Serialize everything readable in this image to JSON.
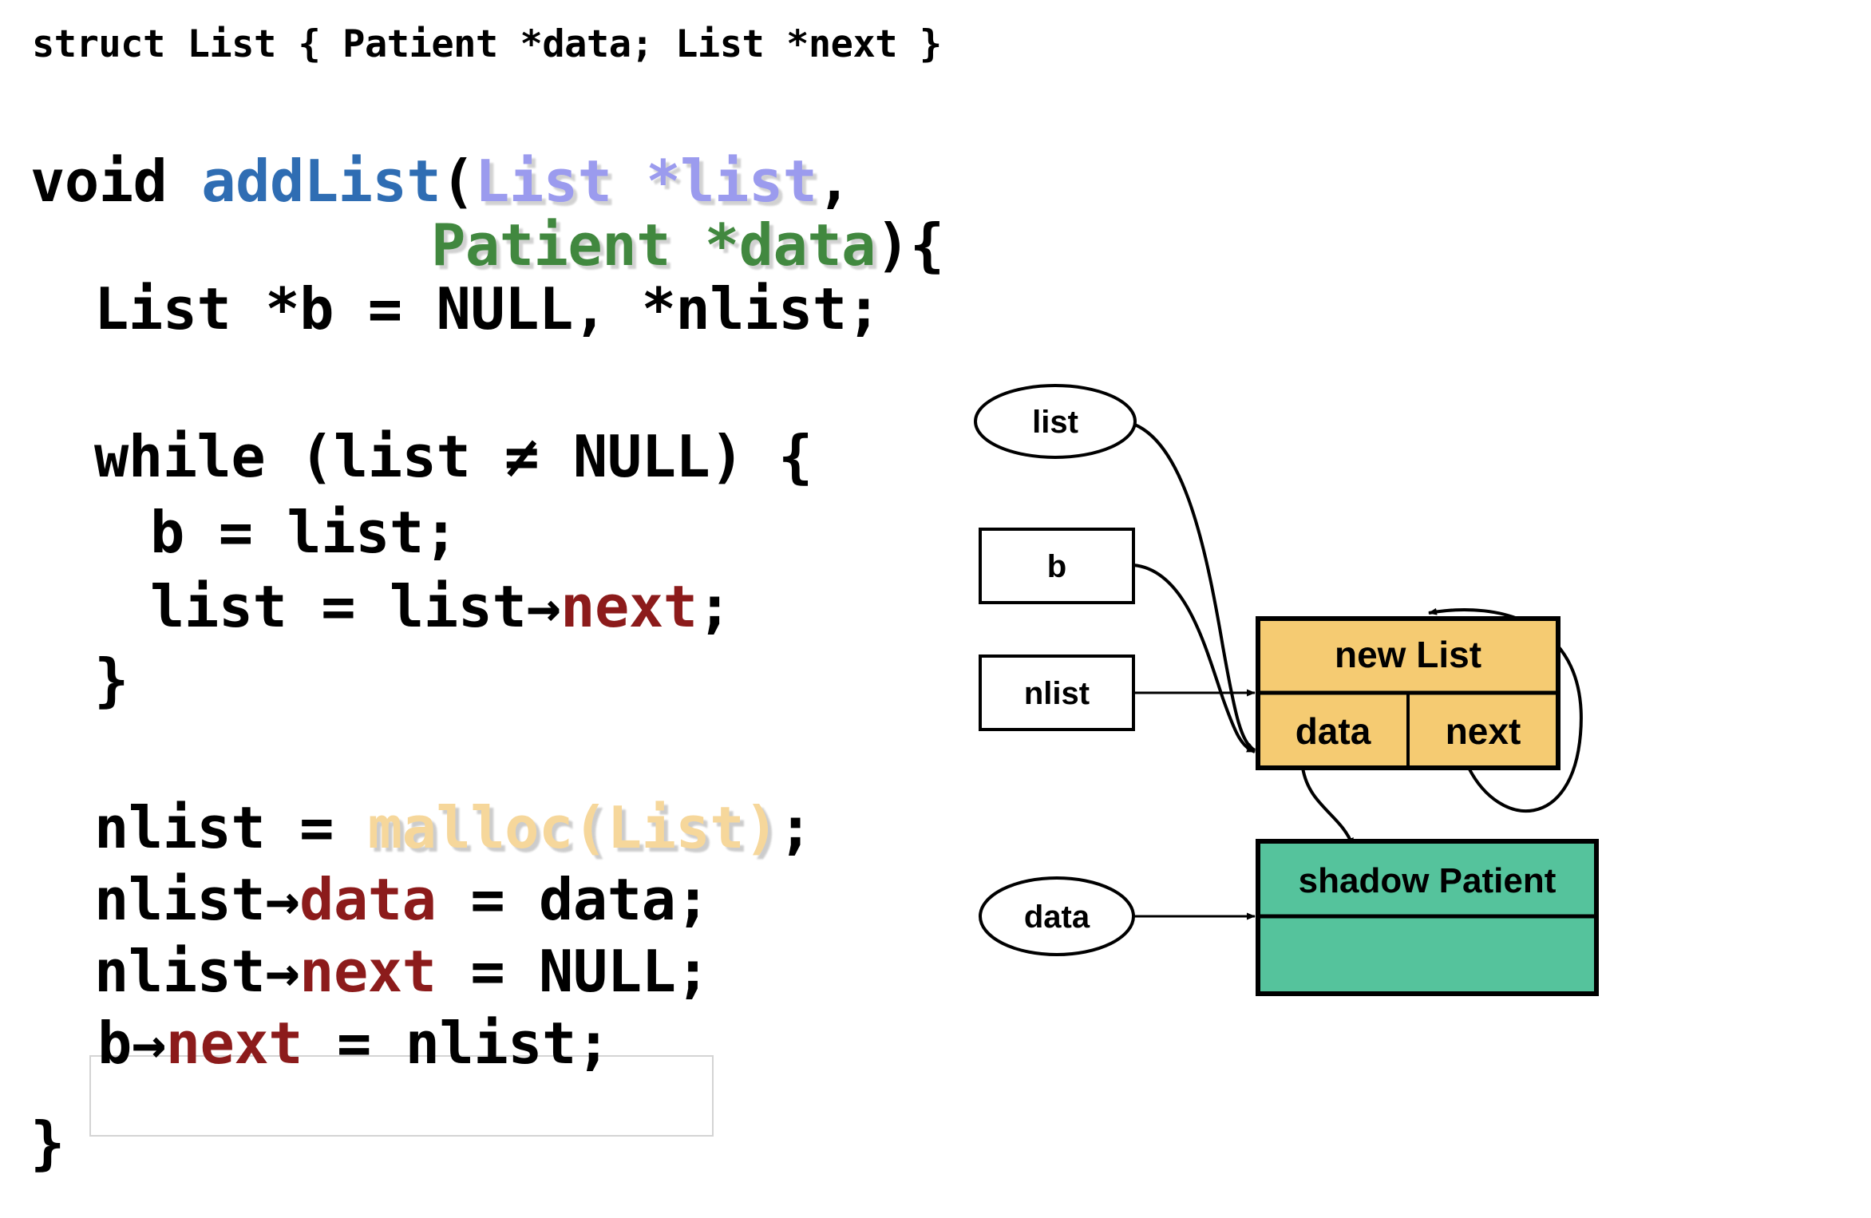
{
  "colors": {
    "background": "#ffffff",
    "code_black": "#000000",
    "fn_blue": "#2F6DB3",
    "param_purple": "#9B9BEE",
    "param_green": "#41883F",
    "malloc_orange": "#F6D79B",
    "field_red": "#8C1B1B",
    "new_list_fill": "#F5CB72",
    "shadow_patient_fill": "#55C39C",
    "node_stroke": "#000000",
    "highlight_border": "#d4d4d4"
  },
  "code": {
    "struct_decl": {
      "text": "struct List { Patient *data; List *next }"
    },
    "signature": {
      "keyword": "void",
      "space1": " ",
      "fn_name": "addList",
      "open_paren": "(",
      "param1": "List *list",
      "comma": ",",
      "param2": "Patient *data",
      "close_brace": "){"
    },
    "lines": [
      {
        "id": "decl-locals",
        "text": "List *b = NULL, *nlist;"
      },
      {
        "id": "while-head",
        "text": "while (list ≠ NULL) {"
      },
      {
        "id": "assign-b",
        "text": "b = list;"
      },
      {
        "id": "advance-list-a",
        "text": "list = list→"
      },
      {
        "id": "advance-list-b",
        "text": "next"
      },
      {
        "id": "advance-list-c",
        "text": ";"
      },
      {
        "id": "while-close",
        "text": "}"
      },
      {
        "id": "malloc-a",
        "text": "nlist = "
      },
      {
        "id": "malloc-b",
        "text": "malloc(List)"
      },
      {
        "id": "malloc-c",
        "text": ";"
      },
      {
        "id": "set-data-a",
        "text": "nlist→"
      },
      {
        "id": "set-data-b",
        "text": "data"
      },
      {
        "id": "set-data-c",
        "text": " = data;"
      },
      {
        "id": "set-next-a",
        "text": "nlist→"
      },
      {
        "id": "set-next-b",
        "text": "next"
      },
      {
        "id": "set-next-c",
        "text": " = NULL;"
      },
      {
        "id": "link-b-a",
        "text": "b→"
      },
      {
        "id": "link-b-b",
        "text": "next"
      },
      {
        "id": "link-b-c",
        "text": " = nlist;"
      },
      {
        "id": "fn-close",
        "text": "}"
      }
    ]
  },
  "diagram": {
    "nodes": {
      "list_var": {
        "label": "list",
        "shape": "ellipse"
      },
      "b_var": {
        "label": "b",
        "shape": "rect"
      },
      "nlist_var": {
        "label": "nlist",
        "shape": "rect"
      },
      "data_var": {
        "label": "data",
        "shape": "ellipse"
      },
      "new_list": {
        "label": "new List",
        "shape": "rect-filled"
      },
      "field_data": {
        "label": "data",
        "shape": "cell"
      },
      "field_next": {
        "label": "next",
        "shape": "cell"
      },
      "shadow_patient": {
        "label": "shadow Patient",
        "shape": "rect-filled"
      },
      "shadow_patient_body": {
        "label": "",
        "shape": "cell"
      }
    },
    "edges": [
      {
        "id": "edge-list-to-newlist",
        "from": "list_var",
        "to": "new_list"
      },
      {
        "id": "edge-b-to-newlist",
        "from": "b_var",
        "to": "new_list"
      },
      {
        "id": "edge-nlist-to-newlist",
        "from": "nlist_var",
        "to": "new_list"
      },
      {
        "id": "edge-data-to-patient",
        "from": "data_var",
        "to": "shadow_patient"
      },
      {
        "id": "edge-field-data-to-patient",
        "from": "field_data",
        "to": "shadow_patient"
      },
      {
        "id": "edge-field-next-loop",
        "from": "field_next",
        "to": "new_list"
      }
    ]
  }
}
